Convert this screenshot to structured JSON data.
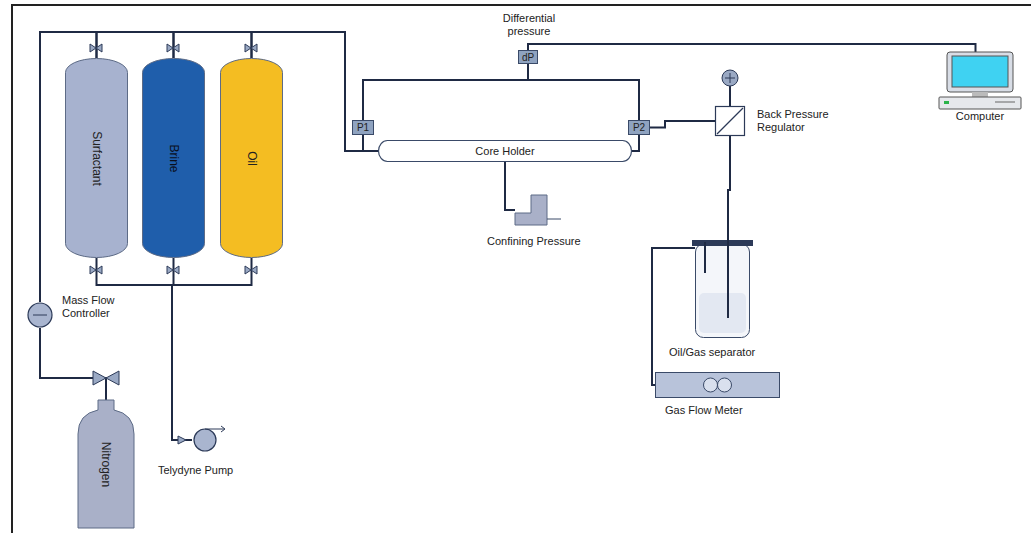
{
  "diagram": {
    "nodes": [
      {
        "text": [
          "Surfactant"
        ]
      },
      {
        "text": [
          "Brine"
        ]
      },
      {
        "text": [
          "Oil"
        ]
      },
      {
        "text": [
          "Mass Flow Controller"
        ]
      },
      {
        "text": [
          "Nitrogen"
        ]
      },
      {
        "text": [
          "Telydyne Pump"
        ]
      },
      {
        "text": [
          "Differential pressure",
          "dP"
        ]
      },
      {
        "text": [
          "P1"
        ]
      },
      {
        "text": [
          "Core Holder"
        ]
      },
      {
        "text": [
          "P2"
        ]
      },
      {
        "text": [
          "Confining Pressure"
        ]
      },
      {
        "text": [
          "Back Pressure Regulator"
        ]
      },
      {
        "text": [
          "Oil/Gas separator"
        ]
      },
      {
        "text": [
          "Gas Flow Meter"
        ]
      },
      {
        "text": [
          "Computer"
        ]
      }
    ],
    "edges": [
      {
        "from": 4,
        "to": 3,
        "arrow": "none"
      },
      {
        "from": 3,
        "to": 0,
        "arrow": "none"
      },
      {
        "from": 3,
        "to": 1,
        "arrow": "none"
      },
      {
        "from": 3,
        "to": 2,
        "arrow": "none"
      },
      {
        "from": 5,
        "to": 0,
        "arrow": "none"
      },
      {
        "from": 5,
        "to": 1,
        "arrow": "none"
      },
      {
        "from": 5,
        "to": 2,
        "arrow": "none"
      },
      {
        "from": 0,
        "to": 8,
        "arrow": "none"
      },
      {
        "from": 1,
        "to": 8,
        "arrow": "none"
      },
      {
        "from": 2,
        "to": 8,
        "arrow": "none"
      },
      {
        "from": 7,
        "to": 8,
        "arrow": "none"
      },
      {
        "from": 8,
        "to": 9,
        "arrow": "none"
      },
      {
        "from": 7,
        "to": 6,
        "arrow": "none"
      },
      {
        "from": 9,
        "to": 6,
        "arrow": "none"
      },
      {
        "from": 6,
        "to": 14,
        "arrow": "none"
      },
      {
        "from": 9,
        "to": 11,
        "arrow": "none"
      },
      {
        "from": 11,
        "to": 12,
        "arrow": "none"
      },
      {
        "from": 12,
        "to": 13,
        "arrow": "none"
      },
      {
        "from": 10,
        "to": 8,
        "arrow": "none"
      }
    ]
  }
}
